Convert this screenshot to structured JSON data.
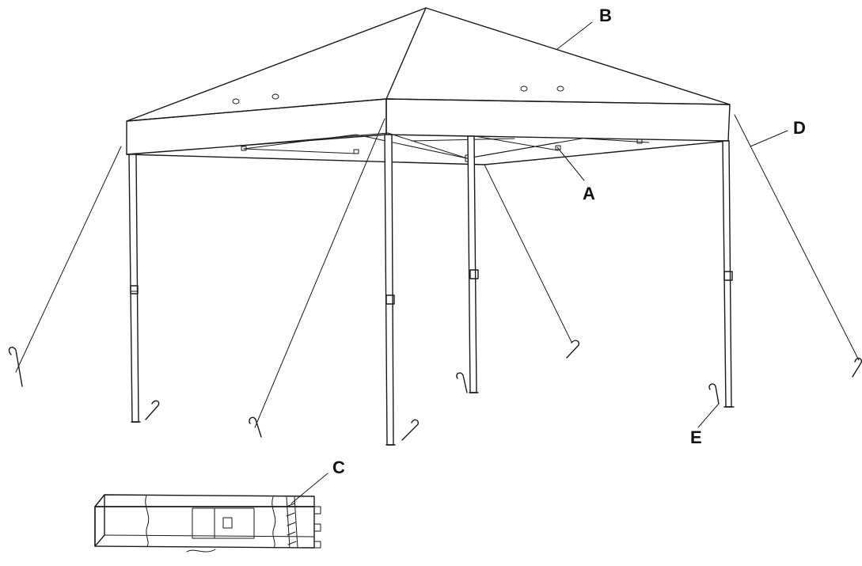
{
  "diagram": {
    "parts": [
      {
        "id": "A",
        "label": "A"
      },
      {
        "id": "B",
        "label": "B"
      },
      {
        "id": "C",
        "label": "C"
      },
      {
        "id": "D",
        "label": "D"
      },
      {
        "id": "E",
        "label": "E"
      }
    ]
  },
  "colors": {
    "line": "#1a1a1a",
    "background": "#ffffff"
  }
}
